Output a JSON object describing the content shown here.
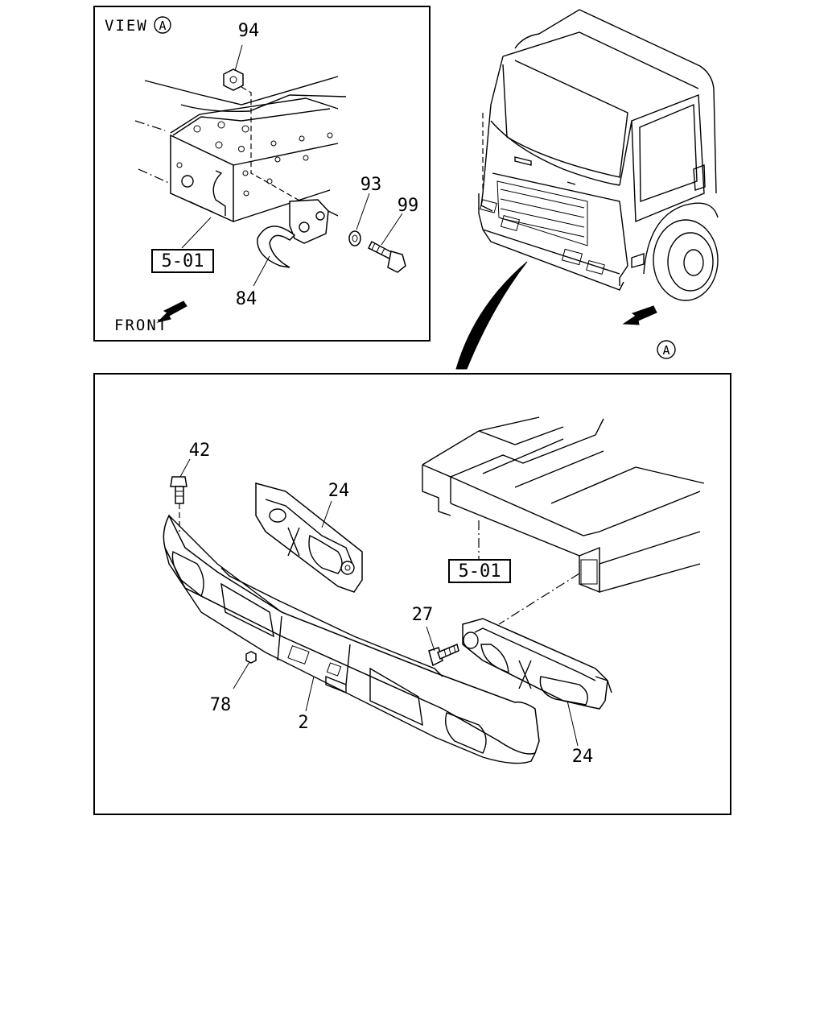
{
  "view_box": {
    "title": "VIEW",
    "view_marker": "A",
    "front_label": "FRONT",
    "callouts": [
      "94",
      "93",
      "99",
      "84"
    ],
    "ref_box": "5-01"
  },
  "cab": {
    "marker": "A"
  },
  "main_box": {
    "callouts": [
      "42",
      "24",
      "27",
      "78",
      "2",
      "24"
    ],
    "ref_box": "5-01"
  }
}
